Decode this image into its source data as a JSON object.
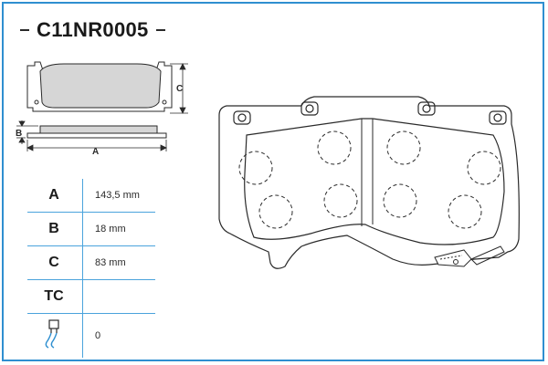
{
  "title": "C11NR0005",
  "dimension_labels": {
    "a": "A",
    "b": "B",
    "c": "C"
  },
  "specs": [
    {
      "key": "A",
      "value": "143,5 mm"
    },
    {
      "key": "B",
      "value": "18 mm"
    },
    {
      "key": "C",
      "value": "83 mm"
    },
    {
      "key": "TC",
      "value": ""
    },
    {
      "key_icon": "wear-sensor-icon",
      "value": "0"
    }
  ],
  "colors": {
    "frame": "#2f8fd0",
    "pad_fill": "#d6d6d6",
    "line": "#2a2a2a"
  }
}
